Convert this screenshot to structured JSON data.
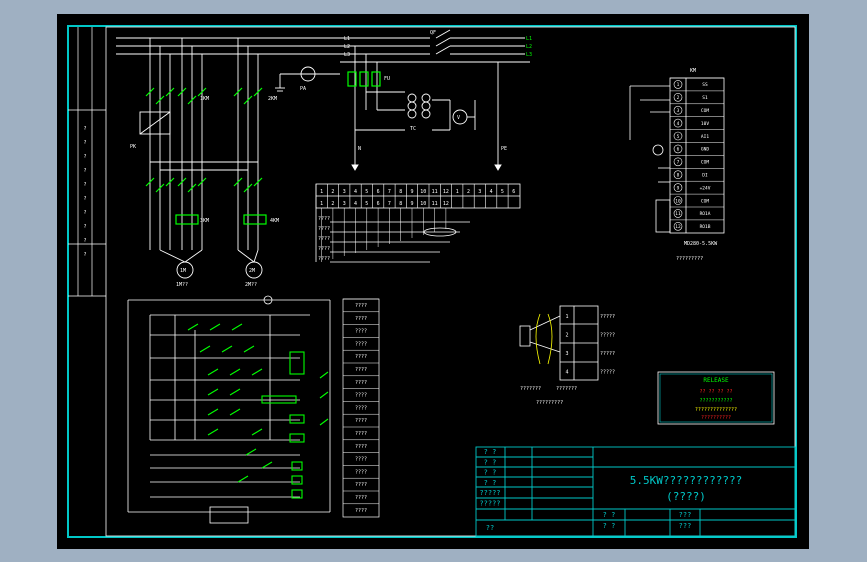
{
  "colors": {
    "app_bg": "#9fb0c2",
    "canvas": "#000000",
    "frame": "#00c8c8",
    "wire": "#ffffff",
    "component": "#00ff00",
    "label": "#ffffff",
    "release": "#ff2020",
    "yellow": "#ffff00"
  },
  "title_block": {
    "title": "5.5KW????????????",
    "subtitle": "(????)",
    "left_cells": [
      "?  ?",
      "?  ?",
      "?  ?",
      "?  ?",
      "?????",
      "?????",
      "??"
    ],
    "mid_cells": [
      "?  ?",
      "?  ?"
    ],
    "right_cells": [
      "???",
      "???"
    ]
  },
  "release_box": {
    "title": "RELEASE",
    "line1": "??  ??    ??  ??",
    "line2": "???????????",
    "line3": "??????????????",
    "line4": "??????????"
  },
  "power_labels": {
    "phases": [
      "L1",
      "L2",
      "L3"
    ],
    "bus": [
      "L1",
      "L2",
      "L3"
    ],
    "qf": "QF",
    "pa": "PA",
    "fu": "FU",
    "tc": "TC",
    "v": "V",
    "n": "N",
    "pe": "PE",
    "pk": "PK",
    "km1": "1KM",
    "km2": "2KM",
    "km3": "3KM",
    "km4": "4KM",
    "motor1": "1M",
    "motor2": "2M",
    "motor1_label": "1M??",
    "motor2_label": "2M??"
  },
  "terminal_strip": {
    "top_row": [
      "1",
      "2",
      "3",
      "4",
      "5",
      "6",
      "7",
      "8",
      "9",
      "10",
      "11",
      "12",
      "1",
      "2",
      "3",
      "4",
      "5",
      "6"
    ],
    "bottom_row": [
      "1",
      "2",
      "3",
      "4",
      "5",
      "6",
      "7",
      "8",
      "9",
      "10",
      "11",
      "12"
    ],
    "rows": [
      "????",
      "????",
      "????",
      "????",
      "????"
    ]
  },
  "control_list": [
    "????",
    "????",
    "????",
    "????",
    "????",
    "????",
    "????",
    "????",
    "????",
    "????",
    "????",
    "????",
    "????",
    "????",
    "????",
    "????",
    "????"
  ],
  "inverter": {
    "title": "KM",
    "pins": [
      "1",
      "2",
      "3",
      "4",
      "5",
      "6",
      "7",
      "8",
      "9",
      "10",
      "11",
      "12"
    ],
    "pin_names": [
      "SS",
      "S1",
      "COM",
      "10V",
      "AI1",
      "GND",
      "COM",
      "DI",
      "+24V",
      "COM",
      "RO1A",
      "RO1B"
    ],
    "model": "MD280-5.5KW",
    "caption": "?????????"
  },
  "sensor": {
    "pins": [
      "1",
      "2",
      "3",
      "4"
    ],
    "labels": [
      "?????",
      "?????",
      "?????",
      "?????"
    ],
    "caption1": "???????",
    "caption2": "???????",
    "caption3": "?????????"
  },
  "left_margin_marks": [
    "?",
    "?",
    "?",
    "?",
    "?",
    "?",
    "?",
    "?",
    "?",
    "?"
  ]
}
